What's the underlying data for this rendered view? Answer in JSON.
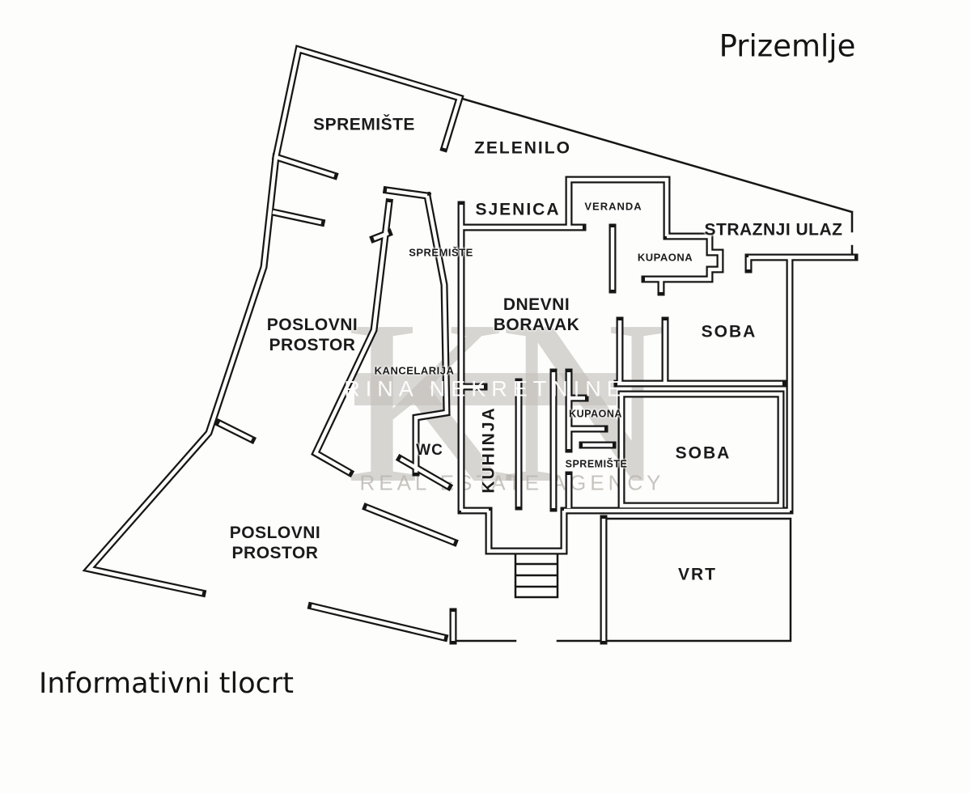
{
  "titles": {
    "floor": "Prizemlje",
    "caption": "Informativni tlocrt"
  },
  "watermark": {
    "initials": "KN",
    "agency_name": "RINA NEKRETNINE",
    "tagline": "REAL ESTATE AGENCY"
  },
  "rooms": {
    "spremiste_top": "SPREMIŠTE",
    "zelenilo": "ZELENILO",
    "sjenica": "SJENICA",
    "veranda": "VERANDA",
    "kupaona_upper": "KUPAONA",
    "straznji_ulaz": "STRAZNJI ULAZ",
    "poslovni_prostor_upper": "POSLOVNI PROSTOR",
    "dnevni_boravak": "DNEVNI BORAVAK",
    "soba_upper": "SOBA",
    "spremiste_corridor": "SPREMIŠTE",
    "kancelarija": "KANCELARIJA",
    "wc": "WC",
    "kuhinja": "KUHINJA",
    "kupaona_lower": "KUPAONA",
    "spremiste_lower": "SPREMIŠTE",
    "soba_lower": "SOBA",
    "poslovni_prostor_lower": "POSLOVNI PROSTOR",
    "vrt": "VRT"
  },
  "colors": {
    "wall": "#161616",
    "background": "#fdfdfc",
    "label_text": "#1b1b1b",
    "watermark_grey": "#a39d96",
    "banner_grey": "#c4c0bb"
  }
}
